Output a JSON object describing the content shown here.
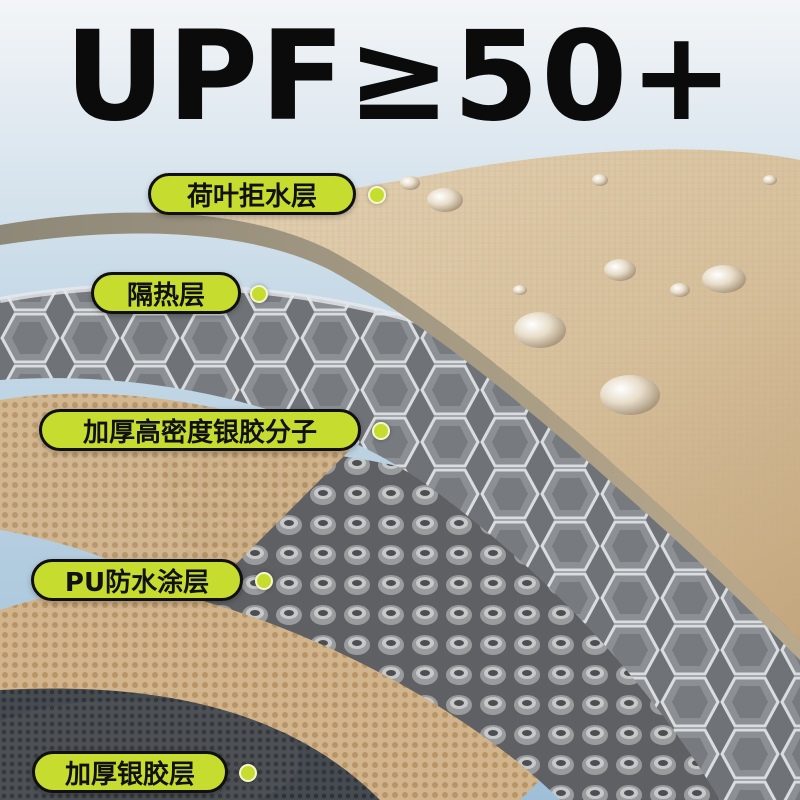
{
  "headline": "UPF≥50+",
  "labels": {
    "waterproof_layer": "荷叶拒水层",
    "heat_insulation_layer": "隔热层",
    "silver_molecule_layer": "加厚高密度银胶分子",
    "pu_coating_layer": "PU防水涂层",
    "silver_glue_layer": "加厚银胶层"
  },
  "colors": {
    "label_fill": "#c6dc2e",
    "label_border": "#101010",
    "headline": "#0b0b0b",
    "fabric_beige": "#d8c3a2",
    "hex_grey": "#7b7d80",
    "bubble_grey": "#8a8b8c"
  }
}
